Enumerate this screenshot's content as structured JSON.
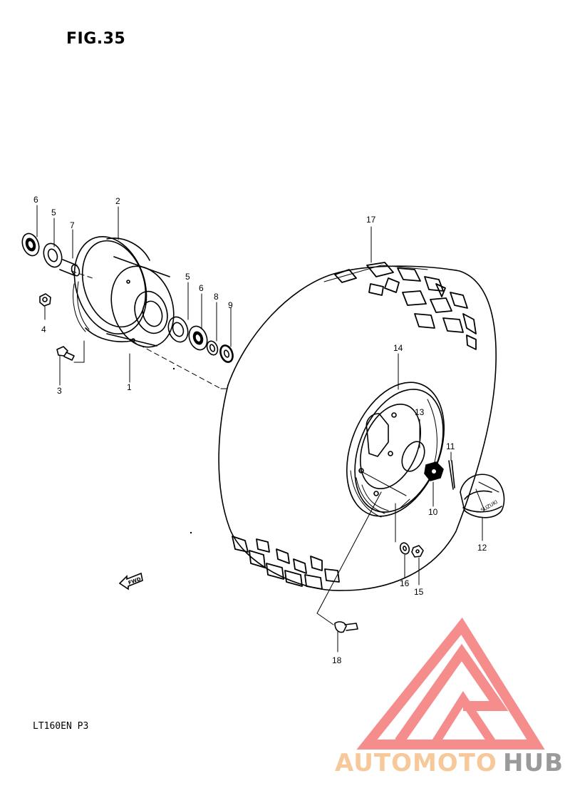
{
  "figure_title": "FIG.35",
  "model_code": "LT160EN P3",
  "parts": [
    {
      "ref": "1"
    },
    {
      "ref": "2"
    },
    {
      "ref": "3"
    },
    {
      "ref": "4"
    },
    {
      "ref": "5"
    },
    {
      "ref": "5"
    },
    {
      "ref": "6"
    },
    {
      "ref": "6"
    },
    {
      "ref": "7"
    },
    {
      "ref": "8"
    },
    {
      "ref": "9"
    },
    {
      "ref": "10"
    },
    {
      "ref": "11"
    },
    {
      "ref": "12"
    },
    {
      "ref": "13"
    },
    {
      "ref": "14"
    },
    {
      "ref": "15"
    },
    {
      "ref": "16"
    },
    {
      "ref": "17"
    },
    {
      "ref": "18"
    }
  ],
  "direction_tag": "FWD",
  "hubcap_brand": "SUZUKI",
  "watermark": {
    "text_part1": "AUTOMOTO",
    "text_part2": "HUB",
    "color_part1": "#f7c99a",
    "color_part2": "#9a9a9a",
    "logo_color": "#f47a7a"
  }
}
